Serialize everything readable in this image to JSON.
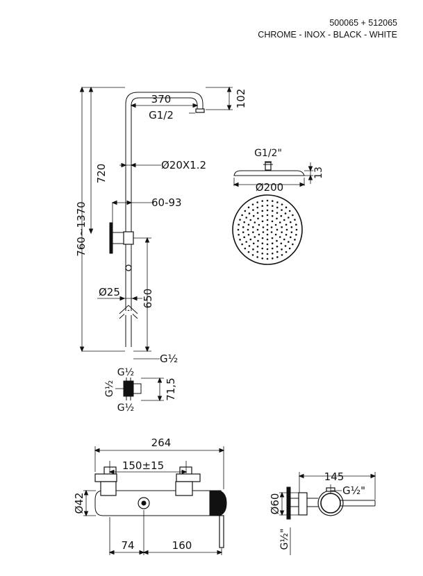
{
  "header": {
    "codes": "500065 + 512065",
    "finishes": "CHROME - INOX - BLACK - WHITE"
  },
  "column": {
    "d370": "370",
    "g12a": "G1/2",
    "d102": "102",
    "d720": "720",
    "tube": "Ø20X1.2",
    "range": "60-93",
    "height": "760~1370",
    "d25": "Ø25",
    "d650": "650",
    "g12b": "G½"
  },
  "shower_head": {
    "thread": "G1/2\"",
    "thickness": "13",
    "diameter": "Ø200"
  },
  "diverter": {
    "g_top": "G½",
    "g_left": "G½",
    "g_bottom": "G½",
    "height": "71,5"
  },
  "mixer_front": {
    "width": "264",
    "spacing": "150±15",
    "diameter": "Ø42",
    "d74": "74",
    "d160": "160"
  },
  "mixer_side": {
    "depth": "145",
    "outlet": "G½\"",
    "diameter": "Ø60",
    "inlet": "G½\""
  }
}
